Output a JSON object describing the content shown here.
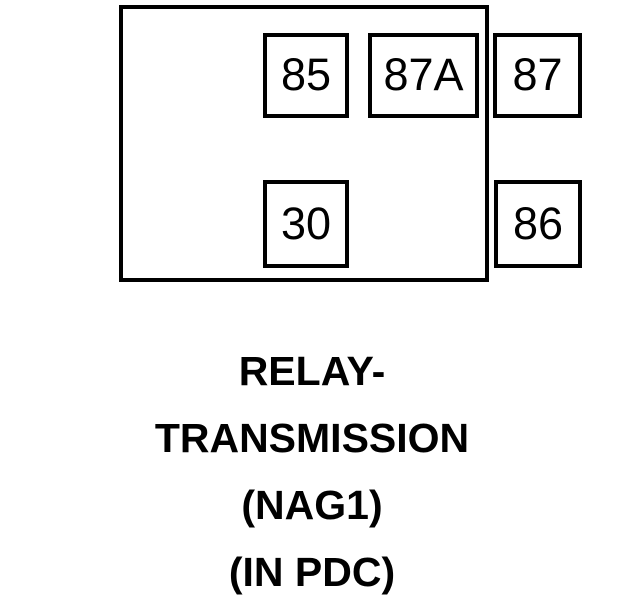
{
  "diagram": {
    "type": "relay-pinout",
    "component": "RELAY-TRANSMISSION (NAG1) (IN PDC)",
    "body": {
      "shape": "rectangle",
      "stroke_color": "#000000",
      "fill_color": "#ffffff"
    },
    "terminals": [
      {
        "id": "pin-85",
        "label": "85",
        "row": "top",
        "position": "left"
      },
      {
        "id": "pin-87a",
        "label": "87A",
        "row": "top",
        "position": "center"
      },
      {
        "id": "pin-87",
        "label": "87",
        "row": "top",
        "position": "right"
      },
      {
        "id": "pin-30",
        "label": "30",
        "row": "bottom",
        "position": "left"
      },
      {
        "id": "pin-86",
        "label": "86",
        "row": "bottom",
        "position": "right"
      }
    ]
  },
  "caption": {
    "lines": [
      "RELAY-",
      "TRANSMISSION",
      "(NAG1)",
      "(IN PDC)"
    ]
  },
  "colors": {
    "ink": "#000000",
    "background": "#ffffff"
  }
}
